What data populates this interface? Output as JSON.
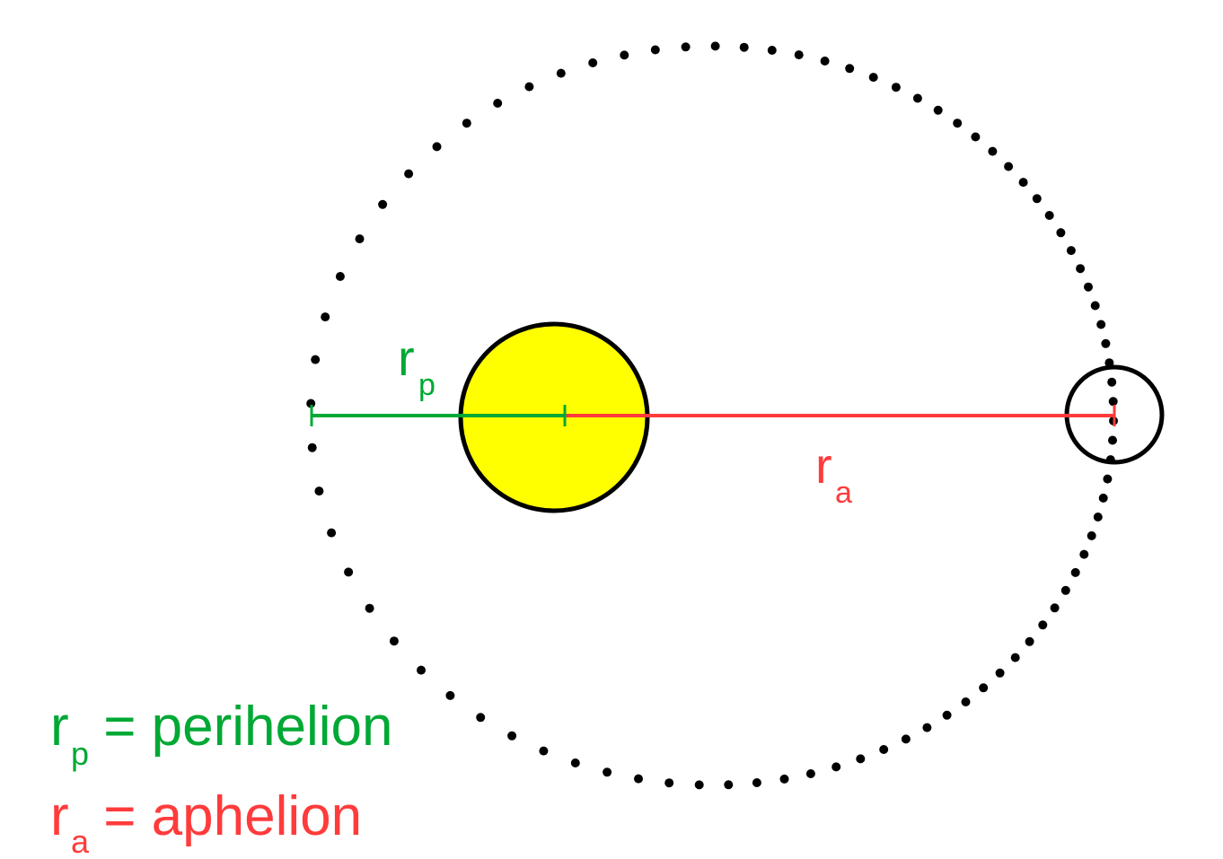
{
  "colors": {
    "perihelion": "#00a834",
    "aphelion": "#ff3b3b",
    "sun": "#ffff00",
    "outline": "#000000"
  },
  "labels": {
    "rp_main": "r",
    "rp_sub": "p",
    "ra_main": "r",
    "ra_sub": "a"
  },
  "legend": {
    "perihelion": {
      "symbol": "r",
      "sub": "p",
      "text": " = perihelion"
    },
    "aphelion": {
      "symbol": "r",
      "sub": "a",
      "text": " = aphelion"
    }
  },
  "orbit": {
    "eccentricity": 0.39,
    "dot_count": 86
  }
}
